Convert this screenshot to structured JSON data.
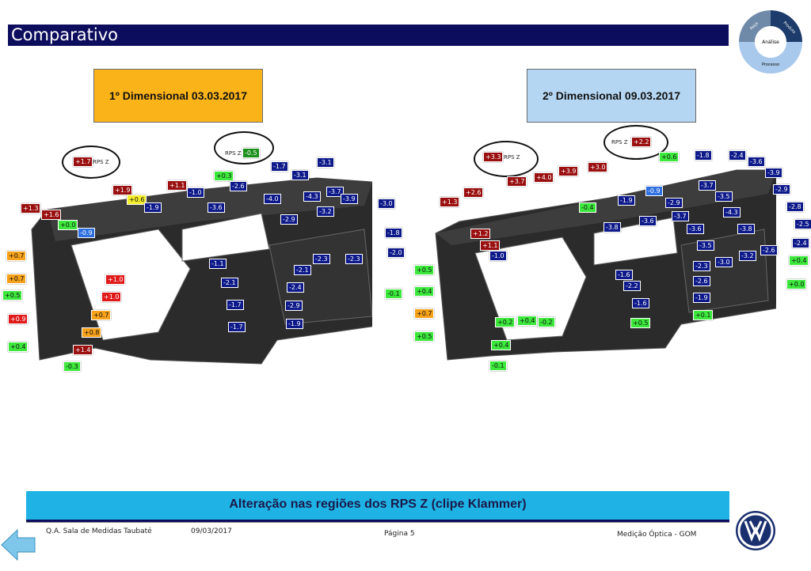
{
  "header": {
    "title": "Comparativo"
  },
  "wheel": {
    "center": "Análise",
    "seg1": "Peça",
    "seg2": "Produto",
    "seg3": "Processo"
  },
  "dimensional_1": {
    "label": "1º Dimensional 03.03.2017",
    "rps_labels": [
      {
        "text": "RPS Z",
        "value": "+1.7"
      },
      {
        "text": "RPS Z",
        "value": "-0.5"
      }
    ],
    "measurements": [
      "+1.3",
      "+1.6",
      "+0.0",
      "-0.9",
      "+1.9",
      "+0.6",
      "-1.9",
      "+1.1",
      "-1.0",
      "+0.3",
      "-2.6",
      "-3.6",
      "-1.7",
      "-4.0",
      "-3.1",
      "-3.1",
      "-4.3",
      "-3.7",
      "-3.9",
      "-2.9",
      "-3.2",
      "-3.0",
      "-1.8",
      "-2.0",
      "-2.3",
      "-2.3",
      "-2.1",
      "-2.4",
      "-1.1",
      "-2.1",
      "-1.7",
      "-2.9",
      "-1.9",
      "-1.7",
      "+0.7",
      "+0.7",
      "+0.5",
      "+0.9",
      "+0.4",
      "+1.0",
      "+1.0",
      "+0.7",
      "+0.8",
      "+1.4",
      "-0.3",
      "-0.1"
    ]
  },
  "dimensional_2": {
    "label": "2º Dimensional 09.03.2017",
    "rps_labels": [
      {
        "text": "RPS Z",
        "value": "+3.3"
      },
      {
        "text": "RPS Z",
        "value": "+2.2"
      }
    ],
    "measurements": [
      "+1.3",
      "+2.6",
      "+3.7",
      "+4.0",
      "+3.9",
      "+3.0",
      "+0.6",
      "-1.8",
      "-2.4",
      "-3.6",
      "-3.9",
      "-2.9",
      "-0.9",
      "-2.9",
      "-3.7",
      "-3.5",
      "-4.3",
      "-2.8",
      "-2.5",
      "-2.4",
      "+1.2",
      "+1.1",
      "-1.0",
      "-0.4",
      "-1.9",
      "-3.8",
      "-3.6",
      "-3.7",
      "-3.6",
      "-3.8",
      "-3.5",
      "-3.0",
      "-3.2",
      "-2.6",
      "-2.3",
      "-2.6",
      "-1.9",
      "-1.6",
      "-2.2",
      "-1.6",
      "+0.4",
      "+0.0",
      "+0.5",
      "+0.4",
      "+0.7",
      "+0.5",
      "+0.2",
      "+0.4",
      "-0.2",
      "+0.4",
      "-0.1",
      "+0.5",
      "+0.1"
    ]
  },
  "banner": {
    "text": "Alteração nas regiões dos RPS Z (clipe Klammer)"
  },
  "footer": {
    "left": "Q.A. Sala de Medidas Taubaté",
    "date": "09/03/2017",
    "page": "Página 5",
    "right": "Medição Óptica - GOM"
  },
  "colors": {
    "navy": "#0d0d5e",
    "orange": "#fbb31a",
    "light_blue": "#b5d6f2",
    "cyan": "#1fb3e5"
  }
}
